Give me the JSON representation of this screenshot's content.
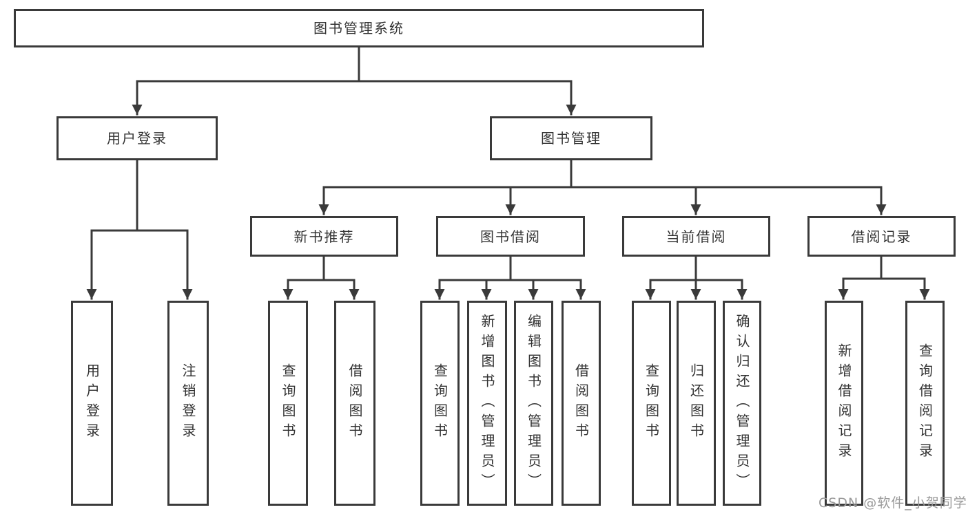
{
  "diagram_type": "functional-structure-tree",
  "colors": {
    "line": "#3a3a3a",
    "box_border": "#3a3a3a",
    "text": "#333333",
    "background": "#ffffff",
    "watermark": "#999999"
  },
  "watermark": {
    "text": "CSDN @软件_小贺同学"
  },
  "tree": {
    "label": "图书管理系统",
    "children": [
      {
        "label": "用户登录",
        "children": [
          {
            "label": "用户登录"
          },
          {
            "label": "注销登录"
          }
        ]
      },
      {
        "label": "图书管理",
        "children": [
          {
            "label": "新书推荐",
            "children": [
              {
                "label": "查询图书"
              },
              {
                "label": "借阅图书"
              }
            ]
          },
          {
            "label": "图书借阅",
            "children": [
              {
                "label": "查询图书"
              },
              {
                "label": "新增图书（管理员）"
              },
              {
                "label": "编辑图书（管理员）"
              },
              {
                "label": "借阅图书"
              }
            ]
          },
          {
            "label": "当前借阅",
            "children": [
              {
                "label": "查询图书"
              },
              {
                "label": "归还图书"
              },
              {
                "label": "确认归还（管理员）"
              }
            ]
          },
          {
            "label": "借阅记录",
            "children": [
              {
                "label": "新增借阅记录"
              },
              {
                "label": "查询借阅记录"
              }
            ]
          }
        ]
      }
    ]
  }
}
